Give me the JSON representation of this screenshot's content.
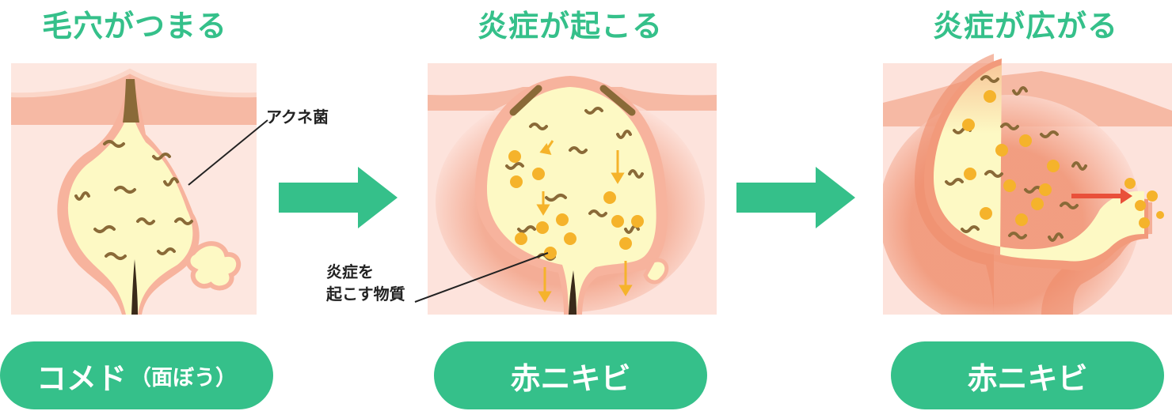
{
  "stages": [
    {
      "title": "毛穴がつまる",
      "label": "コメド",
      "label_sub": "（面ぼう）"
    },
    {
      "title": "炎症が起こる",
      "label": "赤ニキビ"
    },
    {
      "title": "炎症が広がる",
      "label": "赤ニキビ"
    }
  ],
  "callouts": {
    "bacteria": "アクネ菌",
    "inflammatory_line1": "炎症を",
    "inflammatory_line2": "起こす物質"
  },
  "colors": {
    "accent": "#35c08a",
    "sebum": "#fdf9c4",
    "skin_surface": "#f6b9a4",
    "skin_inner": "#fde3dc",
    "bacteria": "#8a6a38",
    "dots": "#f5b32b",
    "inflammation": "#ef8c6a"
  },
  "icons": [
    "right-arrow-icon",
    "bacteria-icon",
    "sebum-dot-icon"
  ]
}
